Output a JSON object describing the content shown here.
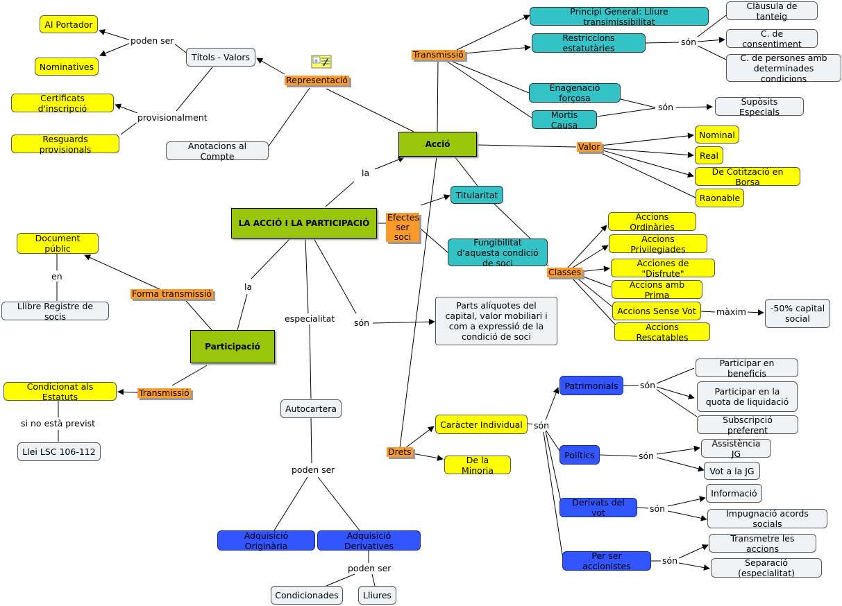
{
  "nodes": {
    "main": "LA ACCIÓ I LA PARTICIPACIÓ",
    "accio": "Acció",
    "participacio": "Participació",
    "al_portador": "Al Portador",
    "nominatives": "Nominatives",
    "certificats": "Certificats d'inscripció",
    "resguards": "Resguards provisionals",
    "titols_valors": "Títols - Valors",
    "anotacions": "Anotacions al Compte",
    "principi_general": "Principi General: Lliure transimissibilitat",
    "restriccions": "Restriccions estatutàries",
    "clausula": "Clàusula de tanteig",
    "c_consentiment": "C. de consentiment",
    "c_persones": "C. de persones amb determinades condicions",
    "enagenacio": "Enagenació forçosa",
    "mortis_causa": "Mortis Causa",
    "suposits": "Supòsits Especials",
    "nominal": "Nominal",
    "real": "Real",
    "cotitzacio": "De Cotització en Borsa",
    "raonable": "Raonable",
    "titularitat": "Titularitat",
    "fungibilitat": "Fungibilitat d'aquesta condició de soci",
    "ordinaries": "Accions Ordinàries",
    "privilegiades": "Accions Privilegiades",
    "disfrute": "Acciones de \"Disfrute\"",
    "prima": "Accions amb Prima",
    "sense_vot": "Accions Sense Vot",
    "rescatables": "Accions Rescatables",
    "menys50": "-50% capital social",
    "parts_aliquotes": "Parts alíquotes del capital, valor mobiliari i com a expressió de la condició de soci",
    "document_public": "Document públic",
    "llibre_registre": "Llibre Registre de socis",
    "condicionat": "Condicionat als Estatuts",
    "llei_lsc": "Llei LSC 106-112",
    "autocartera": "Autocartera",
    "adq_originaria": "Adquisició Originària",
    "adq_derivatives": "Adquisició Derivatives",
    "condicionades": "Condicionades",
    "lliures": "Lliures",
    "caracter_individual": "Caràcter Individual",
    "minoria": "De la Minoria",
    "patrimonials": "Patrimonials",
    "politics": "Polítics",
    "derivats_vot": "Derivats del vot",
    "per_ser_accionistes": "Per ser accionistes",
    "part_beneficis": "Participar en beneficis",
    "part_quota": "Participar en la quota de liquidació",
    "subscripcio": "Subscripció preferent",
    "assistencia": "Assistència JG",
    "vot_jg": "Vot a la JG",
    "informacio": "Informació",
    "impugnacio": "Impugnació acords socials",
    "transmetre": "Transmetre les accions",
    "separacio": "Separació (especialitat)"
  },
  "orange_labels": {
    "representacio": "Representació",
    "transmissio_top": "Transmissió",
    "valor": "Valor",
    "efectes": "Efectes ser soci",
    "classes": "Classes",
    "forma_transmissio": "Forma transmissió",
    "transmissio_part": "Transmissió",
    "drets": "Drets"
  },
  "link_labels": {
    "poden_ser_1": "poden ser",
    "provisionalment": "provisionalment",
    "la_1": "la",
    "la_2": "la",
    "son_restr": "són",
    "son_supos": "són",
    "maxim": "màxim",
    "en": "en",
    "si_no_previst": "si no està previst",
    "especialitat": "especialitat",
    "son_parts": "són",
    "poden_ser_2": "poden ser",
    "poden_ser_3": "poden ser",
    "son_caracter": "són",
    "son_patr": "són",
    "son_pol": "són",
    "son_der": "són",
    "son_per": "són"
  },
  "icons": [
    "text-document-icon"
  ],
  "colors": {
    "root": "#99c60a",
    "yellow": "#ffff00",
    "white": "#eef2f4",
    "teal": "#33c2c6",
    "blue": "#3355ff",
    "orange": "#f99a2a"
  }
}
